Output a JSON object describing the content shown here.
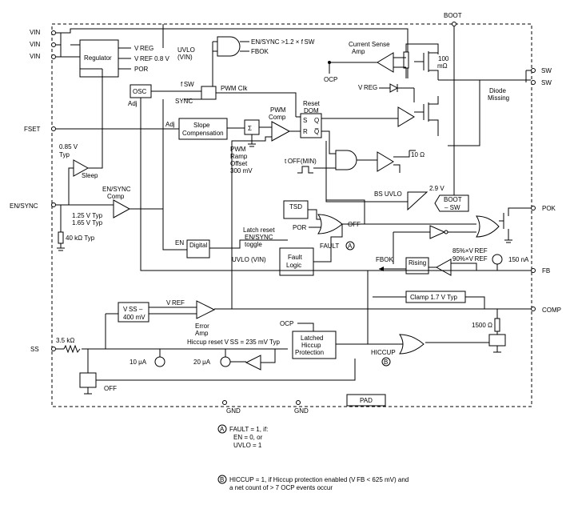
{
  "pins": {
    "vin": "VIN",
    "fset": "FSET",
    "en_sync": "EN/SYNC",
    "ss": "SS",
    "boot": "BOOT",
    "sw": "SW",
    "pok": "POK",
    "fb": "FB",
    "comp": "COMP",
    "gnd": "GND",
    "pad": "PAD"
  },
  "blocks": {
    "regulator": "Regulator",
    "vreg": "V REG",
    "vref_08": "V REF 0.8 V",
    "por": "POR",
    "uvlo_vin_1": "UVLO",
    "uvlo_vin_2": "(VIN)",
    "osc": "OSC",
    "adj": "Adj",
    "fsw": "f SW",
    "sync": "SYNC",
    "pwm_clk": "PWM Clk",
    "en_sync_gt": "EN/SYNC >1.2 × f SW",
    "fbok": "FBOK",
    "current_sense_1": "Current Sense",
    "current_sense_2": "Amp",
    "ocp": "OCP",
    "r100_1": "100",
    "r100_2": "mΩ",
    "vreg_diode": "V REG",
    "diode_missing_1": "Diode",
    "diode_missing_2": "Missing",
    "v085_1": "0.85 V",
    "v085_2": "Typ",
    "sleep": "Sleep",
    "adj2": "Adj",
    "slope_1": "Slope",
    "slope_2": "Compensation",
    "pwm_comp_1": "PWM",
    "pwm_comp_2": "Comp",
    "reset_dom_1": "Reset",
    "reset_dom_2": "DOM",
    "sr_s": "S",
    "sr_q": "Q",
    "sr_r": "R",
    "sr_qb": "Q̅",
    "pwm_ramp_1": "PWM",
    "pwm_ramp_2": "Ramp",
    "pwm_ramp_3": "Offset",
    "pwm_ramp_4": "300 mV",
    "toff": "t OFF(MIN)",
    "r10": "10 Ω",
    "v29": "2.9 V",
    "bs_uvlo": "BS UVLO",
    "boot_sw_1": "BOOT",
    "boot_sw_2": "– SW",
    "en_sync_comp_1": "EN/SYNC",
    "en_sync_comp_2": "Comp",
    "v125": "1.25 V Typ",
    "v165": "1.65 V Typ",
    "r40k": "40 kΩ Typ",
    "tsd": "TSD",
    "por2": "POR",
    "off": "OFF",
    "fault": "FAULT",
    "fault_a": "A",
    "latch_1": "Latch reset",
    "latch_2": "EN/SYNC",
    "latch_3": "toggle",
    "en": "EN",
    "digital": "Digital",
    "uvlo_vin_fl": "UVLO (VIN)",
    "fault_logic_1": "Fault",
    "fault_logic_2": "Logic",
    "pct85": "85%×V REF",
    "pct90": "90%×V REF",
    "fbok2": "FBOK",
    "rising": "Rising",
    "i150": "150 nA",
    "clamp": "Clamp 1.7 V Typ",
    "vss_1": "V SS –",
    "vss_2": "400 mV",
    "vref_ea": "V REF",
    "error_amp_1": "Error",
    "error_amp_2": "Amp",
    "ocp2": "OCP",
    "hiccup_reset": "Hiccup reset V SS = 235 mV Typ",
    "latched_1": "Latched",
    "latched_2": "Hiccup",
    "latched_3": "Protection",
    "hiccup": "HICCUP",
    "hiccup_b": "B",
    "r1500": "1500 Ω",
    "r35k": "3.5 kΩ",
    "i10": "10 μA",
    "i20": "20 μA",
    "off2": "OFF"
  },
  "notes": {
    "a_letter": "A",
    "a_1": "FAULT = 1, if:",
    "a_2": "EN = 0, or",
    "a_3": "UVLO = 1",
    "b_letter": "B",
    "b_1": "HICCUP = 1, if Hiccup protection enabled (V FB < 625 mV) and",
    "b_2": "a net count of > 7 OCP events occur"
  }
}
